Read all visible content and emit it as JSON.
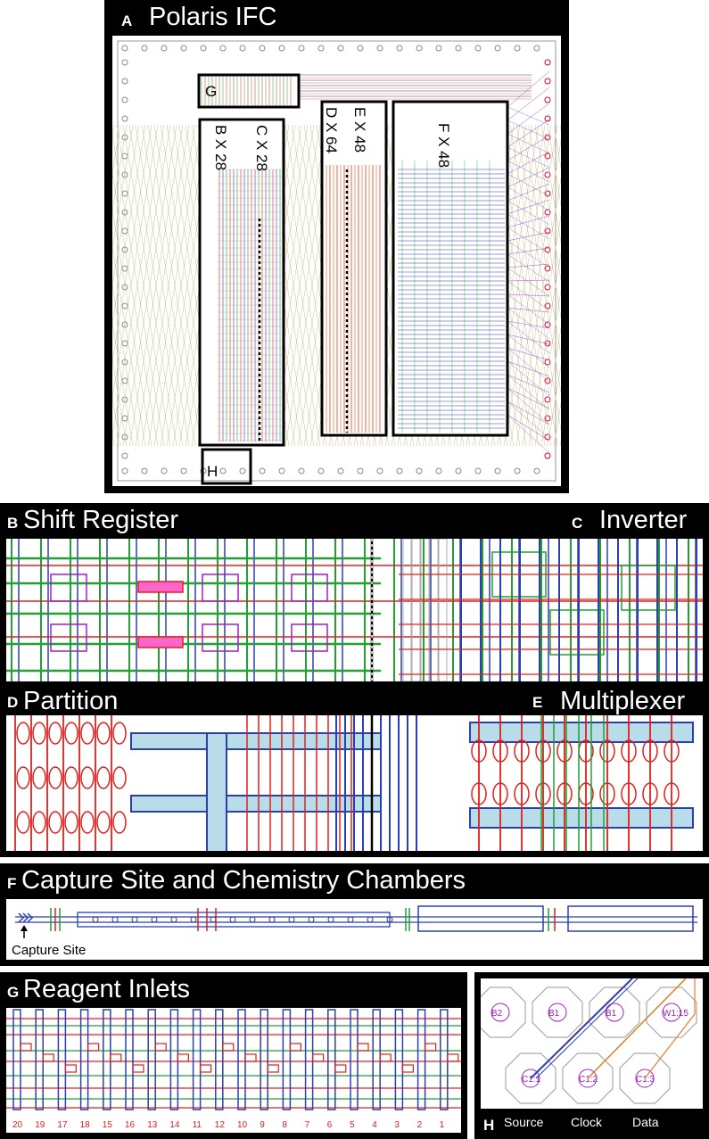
{
  "panelA": {
    "letter": "A",
    "title": "Polaris IFC",
    "regions": {
      "g": "G",
      "b": "B X 28",
      "c": "C X 28",
      "d": "D X 64",
      "e": "E X 48",
      "f": "F X 48",
      "h": "H"
    }
  },
  "panelB": {
    "letter": "B",
    "title": "Shift Register"
  },
  "panelC": {
    "letter": "C",
    "title": "Inverter"
  },
  "panelD": {
    "letter": "D",
    "title": "Partition"
  },
  "panelE": {
    "letter": "E",
    "title": "Multiplexer"
  },
  "panelF": {
    "letter": "F",
    "title": "Capture Site and Chemistry Chambers",
    "annotation": "Capture Site"
  },
  "panelG": {
    "letter": "G",
    "title": "Reagent Inlets",
    "inlet_numbers": [
      "20",
      "19",
      "17",
      "18",
      "15",
      "16",
      "13",
      "14",
      "11",
      "12",
      "10",
      "9",
      "8",
      "7",
      "6",
      "5",
      "4",
      "3",
      "2",
      "1"
    ]
  },
  "panelH": {
    "letter": "H",
    "labels": {
      "source": "Source",
      "clock": "Clock",
      "data": "Data"
    },
    "pads_top": [
      "B2",
      "B1",
      "B1",
      "W1:15"
    ],
    "pads_bottom": [
      "C1:1",
      "C1:2",
      "C1:3"
    ]
  },
  "colors": {
    "red": "#e0201c",
    "green": "#22a033",
    "blue": "#2b3fb0",
    "purple": "#a020c0",
    "lightblue": "#b9dce9",
    "orange": "#e87a2a"
  }
}
